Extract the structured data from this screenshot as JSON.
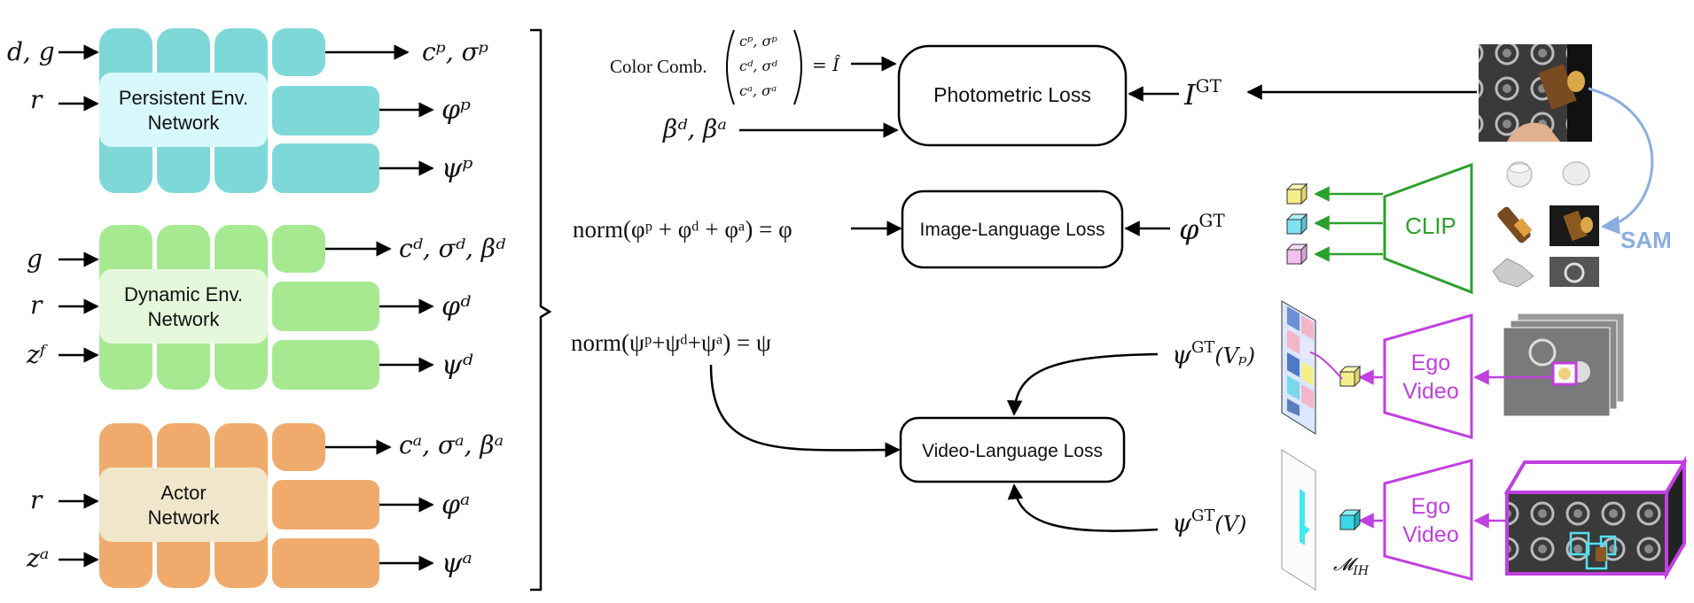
{
  "networks": {
    "persistent": {
      "label_line1": "Persistent Env.",
      "label_line2": "Network",
      "inputs": [
        "d, g",
        "r"
      ],
      "out1": "cᵖ, σᵖ",
      "out2": "φᵖ",
      "out3": "ψᵖ",
      "color": "#7fd8d8",
      "label_bg": "#d9f8fb"
    },
    "dynamic": {
      "label_line1": "Dynamic Env.",
      "label_line2": "Network",
      "inputs": [
        "g",
        "r",
        "zᶠ"
      ],
      "out1": "cᵈ, σᵈ, βᵈ",
      "out2": "φᵈ",
      "out3": "ψᵈ",
      "color": "#a6e991",
      "label_bg": "#e5f8dc"
    },
    "actor": {
      "label_line1": "Actor",
      "label_line2": "Network",
      "inputs": [
        "r",
        "zᵃ"
      ],
      "out1": "cᵃ, σᵃ, βᵃ",
      "out2": "φᵃ",
      "out3": "ψᵃ",
      "color": "#f0ab6c",
      "label_bg": "#f0e6cc"
    }
  },
  "middle": {
    "color_comb": "Color Comb.",
    "matrix_row1": "cᵖ, σᵖ",
    "matrix_row2": "cᵈ, σᵈ",
    "matrix_row3": "cᵃ, σᵃ",
    "matrix_eq": "= Î",
    "beta": "βᵈ, βᵃ",
    "phi_norm": "norm(φᵖ + φᵈ + φᵃ) = φ",
    "psi_norm": "norm(ψᵖ+ψᵈ+ψᵃ) = ψ"
  },
  "losses": {
    "photometric": "Photometric Loss",
    "image_language": "Image-Language Loss",
    "video_language": "Video-Language Loss"
  },
  "gt": {
    "image": "I",
    "image_sup": "GT",
    "phi": "φ",
    "phi_sup": "GT",
    "psi_vp": "ψ",
    "psi_vp_sup": "GT",
    "psi_vp_arg": "(Vₚ)",
    "psi_v": "ψ",
    "psi_v_sup": "GT",
    "psi_v_arg": "(V)"
  },
  "right": {
    "clip": "CLIP",
    "sam": "SAM",
    "ego1_line1": "Ego",
    "ego1_line2": "Video",
    "ego2_line1": "Ego",
    "ego2_line2": "Video",
    "mih": "𝓜",
    "mih_sub": "IH",
    "clip_color": "#2ca02c",
    "sam_color": "#8aaee0",
    "ego_color": "#c040e0"
  }
}
